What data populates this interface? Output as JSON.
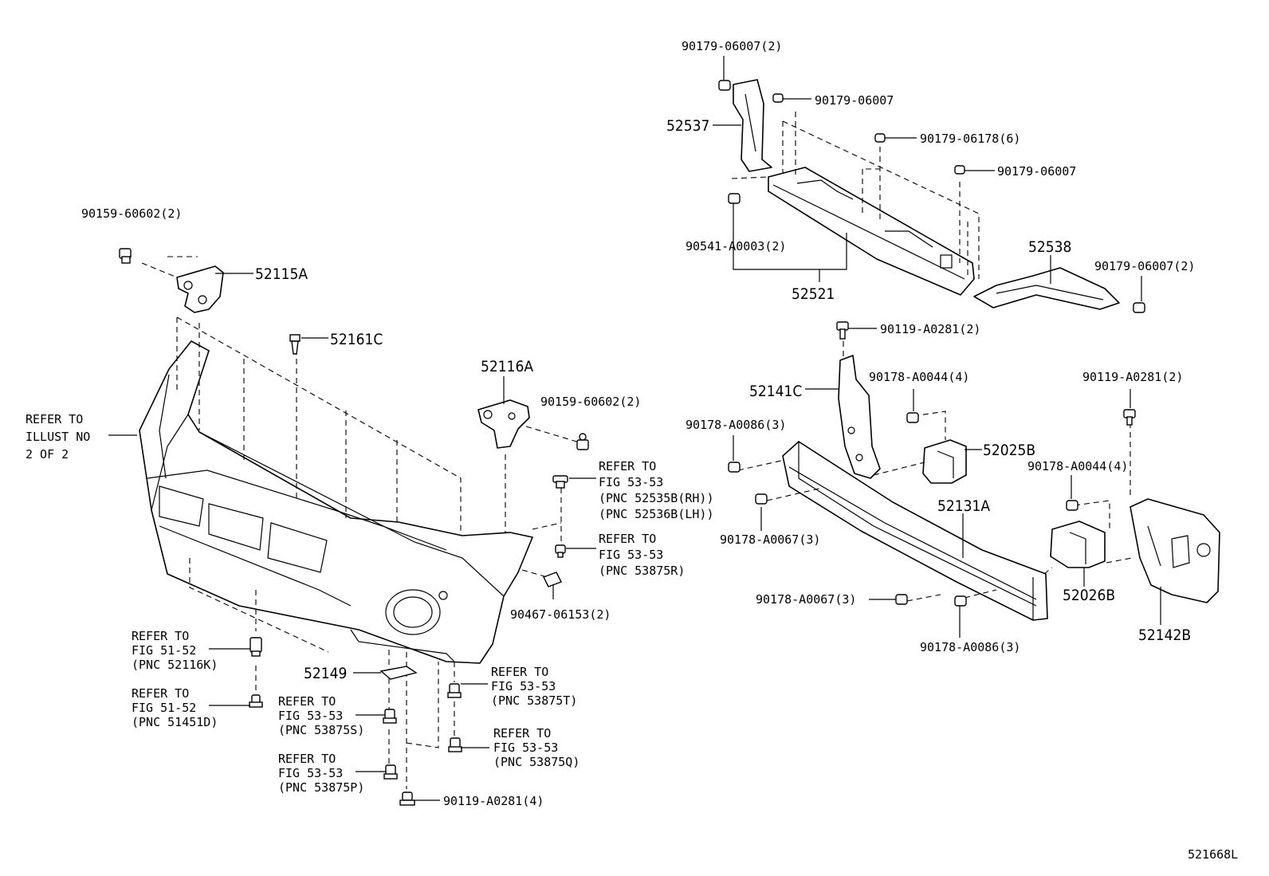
{
  "diagram_id": "521668L",
  "labels": {
    "p90179_06007_2_top": "90179-06007(2)",
    "p90179_06007_a": "90179-06007",
    "p52537": "52537",
    "p90179_06178_6": "90179-06178(6)",
    "p90179_06007_b": "90179-06007",
    "p90541": "90541-A0003(2)",
    "p52521": "52521",
    "p52538": "52538",
    "p90179_06007_2_right": "90179-06007(2)",
    "p90159_left": "90159-60602(2)",
    "p52115A": "52115A",
    "p52161C": "52161C",
    "p52116A": "52116A",
    "p90159_right": "90159-60602(2)",
    "refer_illust": [
      "REFER TO",
      "ILLUST NO",
      "2 OF 2"
    ],
    "refer_52535": [
      "REFER TO",
      "FIG 53-53",
      "(PNC 52535B(RH))",
      "(PNC 52536B(LH))"
    ],
    "refer_53875R": [
      "REFER TO",
      "FIG 53-53",
      "(PNC 53875R)"
    ],
    "p90467": "90467-06153(2)",
    "refer_52116K": [
      "REFER TO",
      "FIG 51-52",
      "(PNC 52116K)"
    ],
    "p52149": "52149",
    "refer_53875T": [
      "REFER TO",
      "FIG 53-53",
      "(PNC 53875T)"
    ],
    "refer_51451D": [
      "REFER TO",
      "FIG 51-52",
      "(PNC 51451D)"
    ],
    "refer_53875S": [
      "REFER TO",
      "FIG 53-53",
      "(PNC 53875S)"
    ],
    "refer_53875Q": [
      "REFER TO",
      "FIG 53-53",
      "(PNC 53875Q)"
    ],
    "refer_53875P": [
      "REFER TO",
      "FIG 53-53",
      "(PNC 53875P)"
    ],
    "p90119_4": "90119-A0281(4)",
    "p90119_2_mid": "90119-A0281(2)",
    "p52141C": "52141C",
    "p90178_0044_4_a": "90178-A0044(4)",
    "p90119_2_right": "90119-A0281(2)",
    "p90178_0086_3_a": "90178-A0086(3)",
    "p52025B": "52025B",
    "p90178_0044_4_b": "90178-A0044(4)",
    "p52131A": "52131A",
    "p90178_0067_3_a": "90178-A0067(3)",
    "p90178_0067_3_b": "90178-A0067(3)",
    "p52026B": "52026B",
    "p90178_0086_3_b": "90178-A0086(3)",
    "p52142B": "52142B"
  }
}
